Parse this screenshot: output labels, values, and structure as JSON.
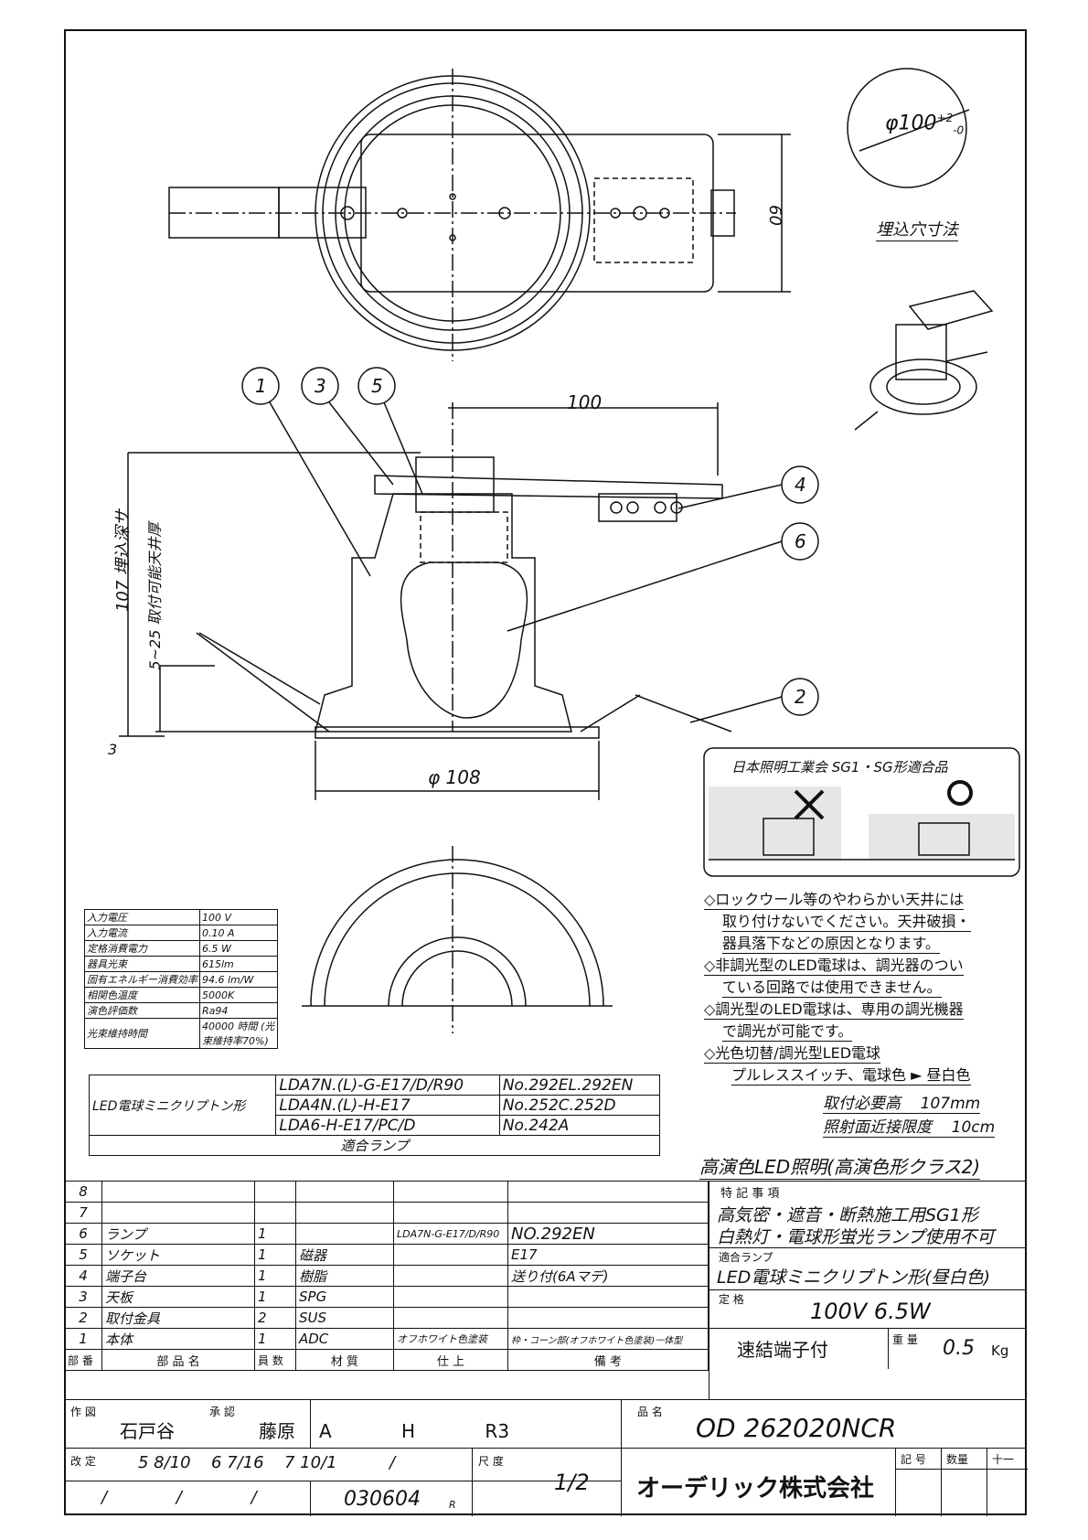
{
  "dimensions": {
    "hole_dia": "φ100",
    "hole_tol_plus": "+2",
    "hole_tol_minus": "-0",
    "hole_label": "埋込穴寸法",
    "width_60": "60",
    "offset_100": "100",
    "depth_107": "107 埋込深サ",
    "ceiling_range": "5~25 取付可能天井厚",
    "flange_3": "3",
    "dia_108": "φ 108"
  },
  "callouts": [
    "1",
    "3",
    "5",
    "4",
    "6",
    "2"
  ],
  "spec_table": [
    [
      "入力電圧",
      "100 V"
    ],
    [
      "入力電流",
      "0.10 A"
    ],
    [
      "定格消費電力",
      "6.5 W"
    ],
    [
      "器具光束",
      "615lm"
    ],
    [
      "固有エネルギー消費効率",
      "94.6 lm/W"
    ],
    [
      "相関色温度",
      "5000K"
    ],
    [
      "演色評価数",
      "Ra94"
    ],
    [
      "光束維持時間",
      "40000 時間 (光束維持率70%)"
    ]
  ],
  "lamp_table": {
    "label": "LED電球ミニクリプトン形",
    "rows": [
      [
        "LDA7N.(L)-G-E17/D/R90",
        "No.292EL.292EN"
      ],
      [
        "LDA4N.(L)-H-E17",
        "No.252C.252D"
      ],
      [
        "LDA6-H-E17/PC/D",
        "No.242A"
      ]
    ],
    "footer": "適合ランプ"
  },
  "sg_box": {
    "title": "日本照明工業会 SG1・SG形適合品"
  },
  "notes": [
    "◇ロックウール等のやわらかい天井には",
    "取り付けないでください。天井破損・",
    "器具落下などの原因となります。",
    "◇非調光型のLED電球は、調光器のつい",
    "ている回路では使用できません。",
    "◇調光型のLED電球は、専用の調光機器",
    "で調光が可能です。",
    "◇光色切替/調光型LED電球",
    "プルレススイッチ、電球色 ► 昼白色"
  ],
  "install": {
    "height_label": "取付必要高",
    "height_value": "107mm",
    "limit_label": "照射面近接限度",
    "limit_value": "10cm"
  },
  "high_cri": "高演色LED照明(高演色形クラス2)",
  "parts": {
    "rows": [
      [
        "8",
        "",
        "",
        "",
        "",
        ""
      ],
      [
        "7",
        "",
        "",
        "",
        "",
        ""
      ],
      [
        "6",
        "ランプ",
        "1",
        "",
        "LDA7N-G-E17/D/R90",
        "NO.292EN"
      ],
      [
        "5",
        "ソケット",
        "1",
        "磁器",
        "",
        "E17"
      ],
      [
        "4",
        "端子台",
        "1",
        "樹脂",
        "",
        "送り付(6Aマデ)"
      ],
      [
        "3",
        "天板",
        "1",
        "SPG",
        "",
        ""
      ],
      [
        "2",
        "取付金具",
        "2",
        "SUS",
        "",
        ""
      ],
      [
        "1",
        "本体",
        "1",
        "ADC",
        "オフホワイト色塗装",
        "枠・コーン部(オフホワイト色塗装)一体型"
      ]
    ],
    "header": [
      "部 番",
      "部 品 名",
      "員 数",
      "材 質",
      "仕 上",
      "備 考"
    ]
  },
  "remarks": {
    "title": "特 記 事 項",
    "line1": "高気密・遮音・断熱施工用SG1形",
    "line2": "白熱灯・電球形蛍光ランプ使用不可",
    "lamp_title": "適合ランプ",
    "lamp_value": "LED電球ミニクリプトン形(昼白色)",
    "rating_label": "定 格",
    "rating_value": "100V 6.5W",
    "terminal": "速結端子付",
    "weight_label": "重 量",
    "weight_value": "0.5",
    "weight_unit": "Kg"
  },
  "title_block": {
    "drawn_label": "作 図",
    "drawn_by": "石戸谷",
    "approved_label": "承 認",
    "approved_by": "藤原",
    "codes": "A H R3",
    "name_label": "品 名",
    "product": "OD 262020NCR",
    "rev_label": "改 定",
    "rev1": "5 8/10",
    "rev2": "6 7/16",
    "rev3": "7 10/1",
    "rev4": "/",
    "rev5": "/ / /",
    "doc_no": "030604",
    "doc_suffix": "R",
    "scale_label": "尺 度",
    "scale": "1/2",
    "company": "オーデリック株式会社",
    "sym_label": "記 号",
    "qty_label": "数量",
    "plus_minus": "十一"
  }
}
